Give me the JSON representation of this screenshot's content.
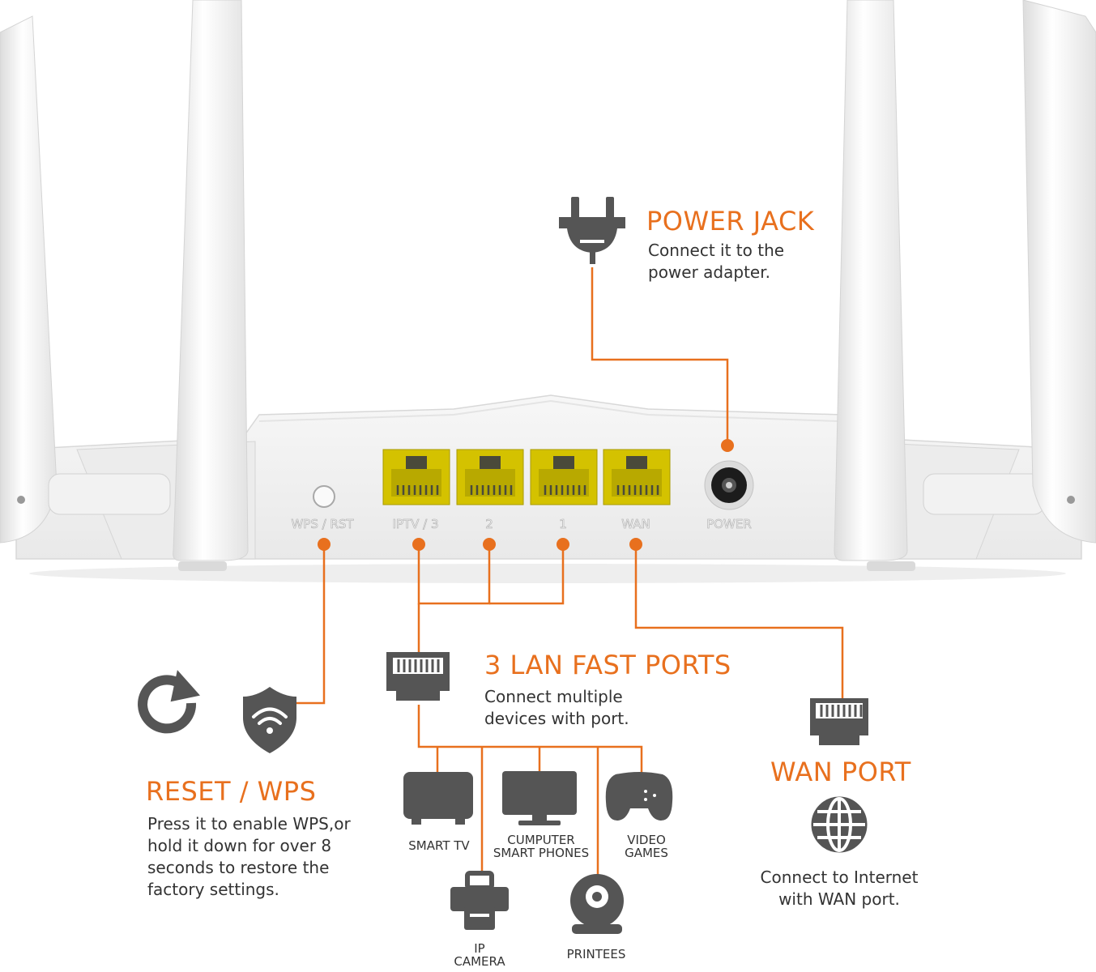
{
  "colors": {
    "accent": "#e8701e",
    "icon": "#555555",
    "port": "#d4c200",
    "body": "#f4f4f4"
  },
  "router_labels": {
    "wps_rst": "WPS / RST",
    "iptv3": "IPTV / 3",
    "lan2": "2",
    "lan1": "1",
    "wan": "WAN",
    "power": "POWER"
  },
  "power_jack": {
    "title": "POWER JACK",
    "desc": [
      "Connect it to the",
      "power adapter."
    ],
    "icon": "power-plug-icon"
  },
  "lan": {
    "title": "3 LAN FAST PORTS",
    "desc": [
      "Connect multiple",
      "devices with port."
    ],
    "icon": "ethernet-connector-icon"
  },
  "reset": {
    "title": "RESET / WPS",
    "desc": [
      "Press it to enable WPS,or",
      "hold it down for over 8",
      "seconds to restore the",
      "factory settings."
    ],
    "icons": [
      "refresh-icon",
      "wifi-shield-icon"
    ]
  },
  "wan": {
    "title": "WAN PORT",
    "desc": [
      "Connect to Internet",
      "with WAN port."
    ],
    "icons": [
      "ethernet-connector-icon",
      "globe-icon"
    ]
  },
  "devices": {
    "smart_tv": [
      "SMART TV"
    ],
    "computer": [
      "CUMPUTER",
      "SMART PHONES"
    ],
    "video_games": [
      "VIDEO",
      "GAMES"
    ],
    "ip_camera": [
      "IP",
      "CAMERA"
    ],
    "printees": [
      "PRINTEES"
    ]
  }
}
